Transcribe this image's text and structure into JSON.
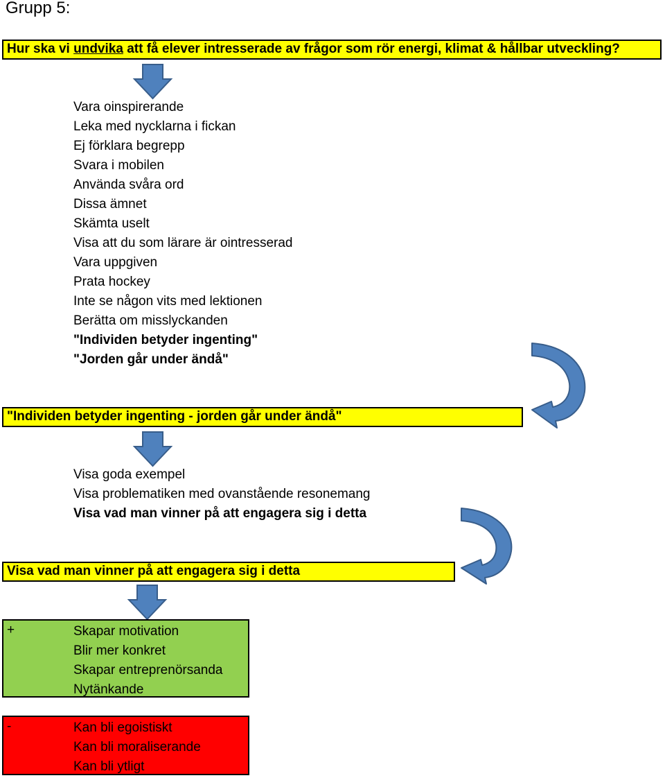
{
  "title": "Grupp 5:",
  "question": {
    "before": "Hur ska vi ",
    "underlined": "undvika",
    "after": " att få elever intresserade av frågor som rör energi, klimat & hållbar utveckling?"
  },
  "list1": [
    "Vara oinspirerande",
    "Leka med nycklarna i fickan",
    "Ej förklara begrepp",
    "Svara i mobilen",
    "Använda svåra ord",
    "Dissa ämnet",
    "Skämta uselt",
    "Visa att du som lärare är ointresserad",
    "Vara uppgiven",
    "Prata hockey",
    "Inte se någon vits med lektionen",
    "Berätta om misslyckanden",
    "\"Individen betyder ingenting\"",
    "\"Jorden går under ändå\""
  ],
  "box2": "\"Individen betyder ingenting - jorden går under ändå\"",
  "list2": [
    "Visa goda exempel",
    "Visa problematiken med ovanstående resonemang",
    "Visa vad man vinner på att engagera sig i detta"
  ],
  "box3": "Visa vad man vinner på att engagera sig i detta",
  "plus": {
    "sign": "+",
    "items": [
      "Skapar motivation",
      "Blir mer konkret",
      "Skapar entreprenörsanda",
      "Nytänkande"
    ]
  },
  "minus": {
    "sign": "-",
    "items": [
      "Kan bli egoistiskt",
      "Kan bli moraliserande",
      "Kan bli ytligt"
    ]
  },
  "colors": {
    "highlight": "#ffff00",
    "positive": "#92d050",
    "negative": "#ff0000",
    "arrow_fill": "#4f81bd",
    "arrow_stroke": "#385d8a"
  }
}
